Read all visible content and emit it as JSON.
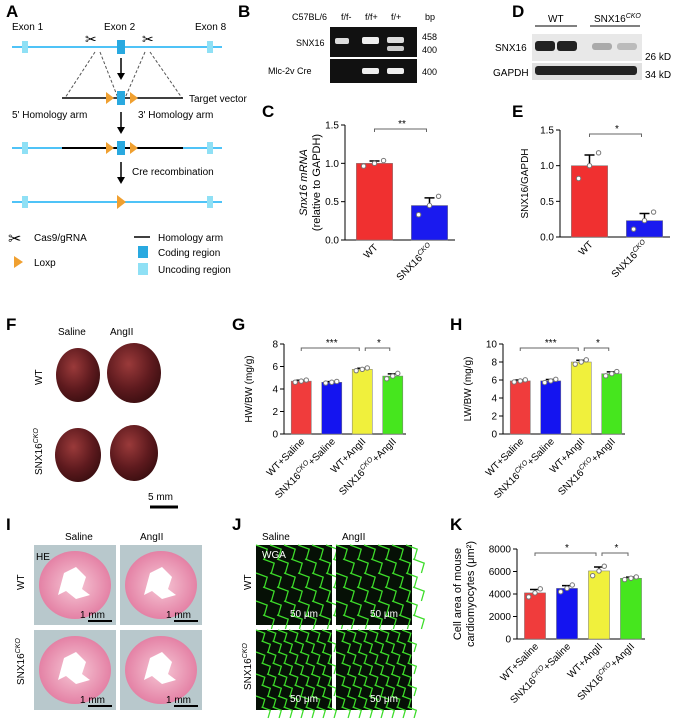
{
  "panels": {
    "A": "A",
    "B": "B",
    "C": "C",
    "D": "D",
    "E": "E",
    "F": "F",
    "G": "G",
    "H": "H",
    "I": "I",
    "J": "J",
    "K": "K"
  },
  "schematic": {
    "exon1": "Exon 1",
    "exon2": "Exon 2",
    "exon8": "Exon 8",
    "target_vector": "Target vector",
    "left_arm": "5' Homology arm",
    "right_arm": "3' Homology arm",
    "cre": "Cre recombination",
    "legend": {
      "cas9": "Cas9/gRNA",
      "loxp": "Loxp",
      "homology": "Homology arm",
      "coding": "Coding region",
      "uncoding": "Uncoding region"
    },
    "colors": {
      "line": "#4fc3f7",
      "coding": "#29a9e0",
      "uncoding": "#8fe0f5",
      "loxp": "#f0a030"
    }
  },
  "gel": {
    "lanes": [
      "C57BL/6",
      "f/f-",
      "f/f+",
      "f/+"
    ],
    "bp": "bp",
    "rows": [
      "SNX16",
      "Mlc-2v Cre"
    ],
    "sizes": [
      "458",
      "400",
      "400"
    ]
  },
  "blot": {
    "groups": [
      "WT",
      "SNX16"
    ],
    "sup": "CKO",
    "rows": [
      "SNX16",
      "GAPDH"
    ],
    "sizes": [
      "26 kD",
      "34 kD"
    ]
  },
  "hearts": {
    "cols": [
      "Saline",
      "AngII"
    ],
    "rows": [
      "WT",
      "SNX16"
    ],
    "sup": "CKO",
    "scale": "5 mm"
  },
  "histology": {
    "cols": [
      "Saline",
      "AngII"
    ],
    "rows": [
      "WT",
      "SNX16"
    ],
    "sup": "CKO",
    "stain": "HE",
    "scale": "1 mm"
  },
  "wga": {
    "cols": [
      "Saline",
      "AngII"
    ],
    "rows": [
      "WT",
      "SNX16"
    ],
    "sup": "CKO",
    "stain": "WGA",
    "scale": "50 μm"
  },
  "chart_data": [
    {
      "id": "C",
      "type": "bar",
      "categories": [
        "WT",
        "SNX16CKO"
      ],
      "values": [
        1.0,
        0.45
      ],
      "errors": [
        0.03,
        0.1
      ],
      "ylabel": "Snx16 mRNA (relative to GAPDH)",
      "ylabel1": "Snx16 mRNA",
      "ylabel2": "(relative to GAPDH)",
      "ylim": [
        0,
        1.5
      ],
      "ticks": [
        "0.0",
        "0.5",
        "1.0",
        "1.5"
      ],
      "colors": [
        "#f03030",
        "#1a1aef"
      ],
      "sig": [
        {
          "from": 0,
          "to": 1,
          "label": "**"
        }
      ],
      "grid": false
    },
    {
      "id": "E",
      "type": "bar",
      "categories": [
        "WT",
        "SNX16CKO"
      ],
      "values": [
        1.0,
        0.23
      ],
      "errors": [
        0.15,
        0.1
      ],
      "ylabel1": "SNX16/GAPDH",
      "ylim": [
        0,
        1.5
      ],
      "ticks": [
        "0.0",
        "0.5",
        "1.0",
        "1.5"
      ],
      "colors": [
        "#f03030",
        "#1a1aef"
      ],
      "sig": [
        {
          "from": 0,
          "to": 1,
          "label": "*"
        }
      ],
      "grid": false
    },
    {
      "id": "G",
      "type": "bar",
      "categories": [
        "WT+Saline",
        "SNX16CKO+Saline",
        "WT+AngII",
        "SNX16CKO+AngII"
      ],
      "values": [
        4.7,
        4.6,
        5.75,
        5.15
      ],
      "errors": [
        0.08,
        0.06,
        0.1,
        0.2
      ],
      "ylabel1": "HW/BW (mg/g)",
      "ylim": [
        0,
        8
      ],
      "ticks": [
        "0",
        "2",
        "4",
        "6",
        "8"
      ],
      "colors": [
        "#f03c3c",
        "#1414f0",
        "#f0f03c",
        "#46e61e"
      ],
      "sig": [
        {
          "from": 0,
          "to": 2,
          "label": "***"
        },
        {
          "from": 2,
          "to": 3,
          "label": "*"
        }
      ],
      "grid": false
    },
    {
      "id": "H",
      "type": "bar",
      "categories": [
        "WT+Saline",
        "SNX16CKO+Saline",
        "WT+AngII",
        "SNX16CKO+AngII"
      ],
      "values": [
        5.9,
        5.9,
        8.0,
        6.7
      ],
      "errors": [
        0.1,
        0.15,
        0.2,
        0.2
      ],
      "ylabel1": "LW/BW (mg/g)",
      "ylim": [
        0,
        10
      ],
      "ticks": [
        "0",
        "2",
        "4",
        "6",
        "8",
        "10"
      ],
      "colors": [
        "#f03c3c",
        "#1414f0",
        "#f0f03c",
        "#46e61e"
      ],
      "sig": [
        {
          "from": 0,
          "to": 2,
          "label": "***"
        },
        {
          "from": 2,
          "to": 3,
          "label": "*"
        }
      ],
      "grid": false
    },
    {
      "id": "K",
      "type": "bar",
      "categories": [
        "WT+Saline",
        "SNX16CKO+Saline",
        "WT+AngII",
        "SNX16CKO+AngII"
      ],
      "values": [
        4100,
        4500,
        6050,
        5400
      ],
      "errors": [
        300,
        250,
        350,
        100
      ],
      "ylabel1": "Cell area of mouse",
      "ylabel2": "cardiomyocytes (μm²)",
      "ylim": [
        0,
        8000
      ],
      "ticks": [
        "0",
        "2000",
        "4000",
        "6000",
        "8000"
      ],
      "colors": [
        "#f03c3c",
        "#1414f0",
        "#f0f03c",
        "#46e61e"
      ],
      "sig": [
        {
          "from": 0,
          "to": 2,
          "label": "*"
        },
        {
          "from": 2,
          "to": 3,
          "label": "*"
        }
      ],
      "grid": false
    }
  ]
}
